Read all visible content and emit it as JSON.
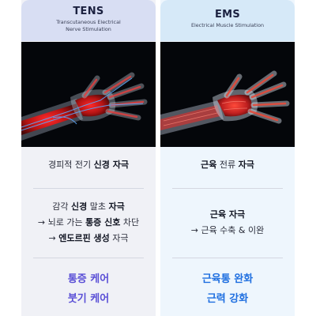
{
  "tens": {
    "title": "TENS",
    "subtitle": "Transcutaneous Electrical Nerve Stimulation",
    "feature_line1_pre": "경피적 전기 ",
    "feature_line1_bold": "신경 자극",
    "mechanism": {
      "l1_pre": "감각 ",
      "l1_b1": "신경",
      "l1_mid": " 말초 ",
      "l1_b2": "자극",
      "l2_pre": "→ 뇌로 가는 ",
      "l2_b": "통증 신호",
      "l2_post": " 차단",
      "l3_pre": "→ ",
      "l3_b": "엔도르핀 생성",
      "l3_post": " 자극"
    },
    "benefit1": "통증 케어",
    "benefit2": "붓기 케어"
  },
  "ems": {
    "title": "EMS",
    "subtitle": "Electrical Muscle Stimulation",
    "feature_line1_b1": "근육",
    "feature_line1_mid": " 전류 ",
    "feature_line1_b2": "자극",
    "mechanism": {
      "l1_b": "근육 자극",
      "l2": "→ 근육 수축 & 이완"
    },
    "benefit1": "근육통 완화",
    "benefit2": "근력 강화"
  },
  "colors": {
    "tens_accent": "#5a4fd6",
    "ems_accent": "#1f6fe0"
  }
}
